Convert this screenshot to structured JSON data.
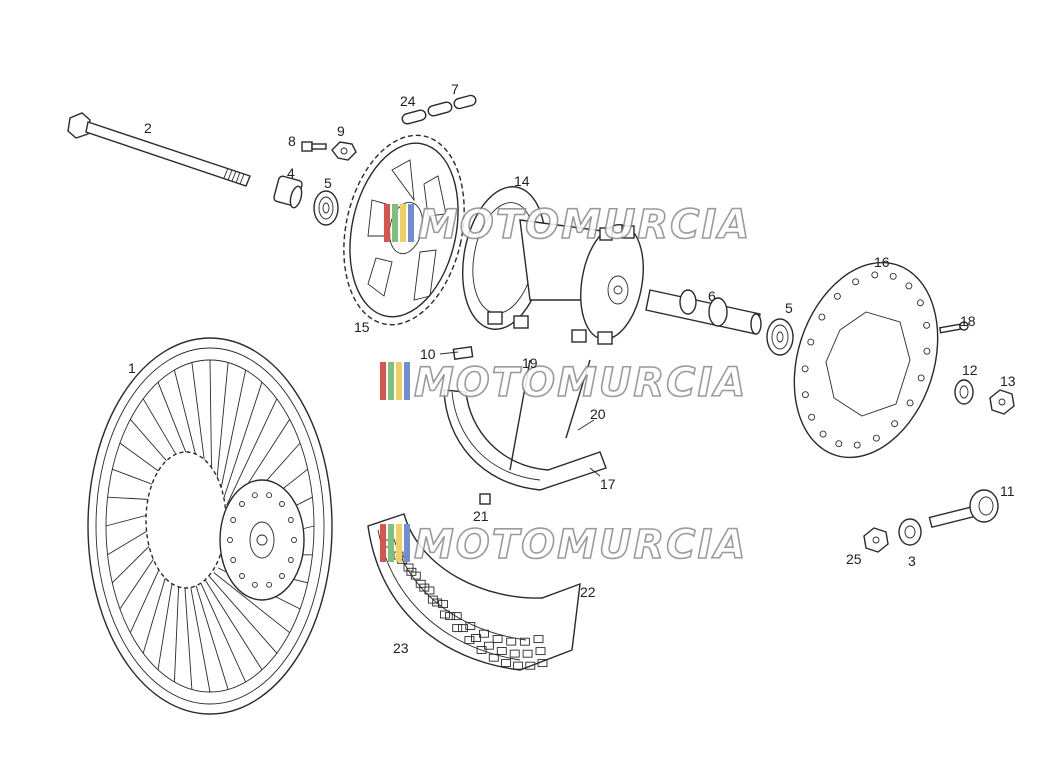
{
  "diagram": {
    "part_labels": {
      "p1": "1",
      "p2": "2",
      "p3": "3",
      "p4": "4",
      "p5a": "5",
      "p5b": "5",
      "p6": "6",
      "p7": "7",
      "p8": "8",
      "p9": "9",
      "p10": "10",
      "p11": "11",
      "p12": "12",
      "p13": "13",
      "p14": "14",
      "p15": "15",
      "p16": "16",
      "p17": "17",
      "p18": "18",
      "p19": "19",
      "p20": "20",
      "p21": "21",
      "p22": "22",
      "p23": "23",
      "p24": "24",
      "p25": "25"
    },
    "watermark": "MOTOMURCIA",
    "colors": {
      "line": "#2a2a2a",
      "stripe_red": "#d9534f",
      "stripe_green": "#7fbf7f",
      "stripe_yellow": "#f0d060",
      "stripe_blue": "#6f8fd0"
    }
  }
}
